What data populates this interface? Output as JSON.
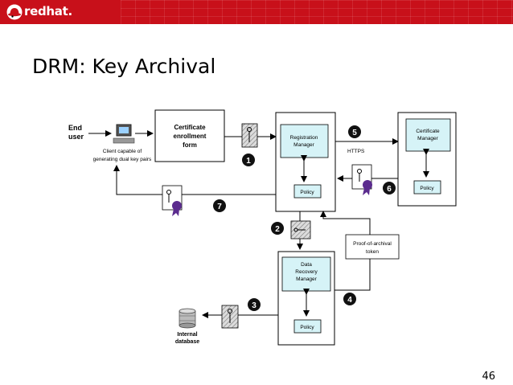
{
  "header": {
    "logo_text": "redhat.",
    "colors": {
      "banner": "#c8101a"
    }
  },
  "title": "DRM: Key Archival",
  "page_number": "46",
  "diagram": {
    "end_user_line1": "End",
    "end_user_line2": "user",
    "client_caption_line1": "Client capable of",
    "client_caption_line2": "generating dual key pairs",
    "cert_form_line1": "Certificate",
    "cert_form_line2": "enrollment",
    "cert_form_line3": "form",
    "ra_line1": "Registration",
    "ra_line2": "Manager",
    "ra_policy": "Policy",
    "ca_line1": "Certificate",
    "ca_line2": "Manager",
    "ca_policy": "Policy",
    "https_label": "HTTPS",
    "drm_line1": "Data",
    "drm_line2": "Recovery",
    "drm_line3": "Manager",
    "drm_policy": "Policy",
    "poa_line1": "Proof-of-archival",
    "poa_line2": "token",
    "db_line1": "Internal",
    "db_line2": "database",
    "steps": [
      "1",
      "2",
      "3",
      "4",
      "5",
      "6",
      "7"
    ],
    "colors": {
      "manager_fill": "#d6f3f7",
      "step_fill": "#111111"
    }
  }
}
